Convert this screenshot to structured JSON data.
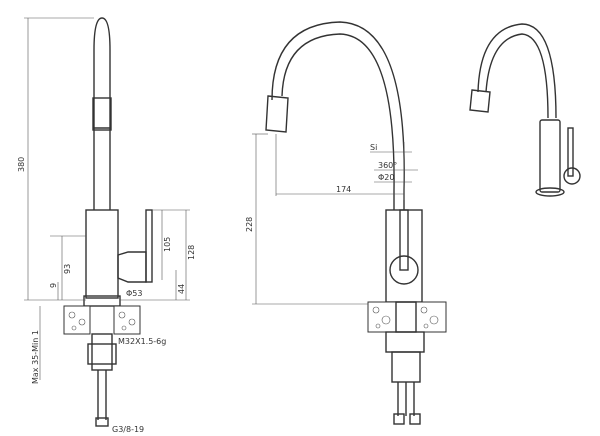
{
  "colors": {
    "line": "#333333",
    "background": "#ffffff"
  },
  "side_view": {
    "dim_total_height": "380",
    "dim_body_upper": "105",
    "dim_body_full": "128",
    "dim_base_height": "93",
    "dim_handle_offset": "9",
    "dim_body_diameter": "Φ53",
    "dim_lower": "44",
    "thread_label": "M32X1.5-6g",
    "deck_thickness": "Max 35-Min 1",
    "hose_thread": "G3/8-19"
  },
  "front_view": {
    "rotation_label_si": "Si",
    "rotation_angle": "360°",
    "spout_diameter": "Φ20",
    "spout_reach": "174",
    "spout_height": "228"
  }
}
